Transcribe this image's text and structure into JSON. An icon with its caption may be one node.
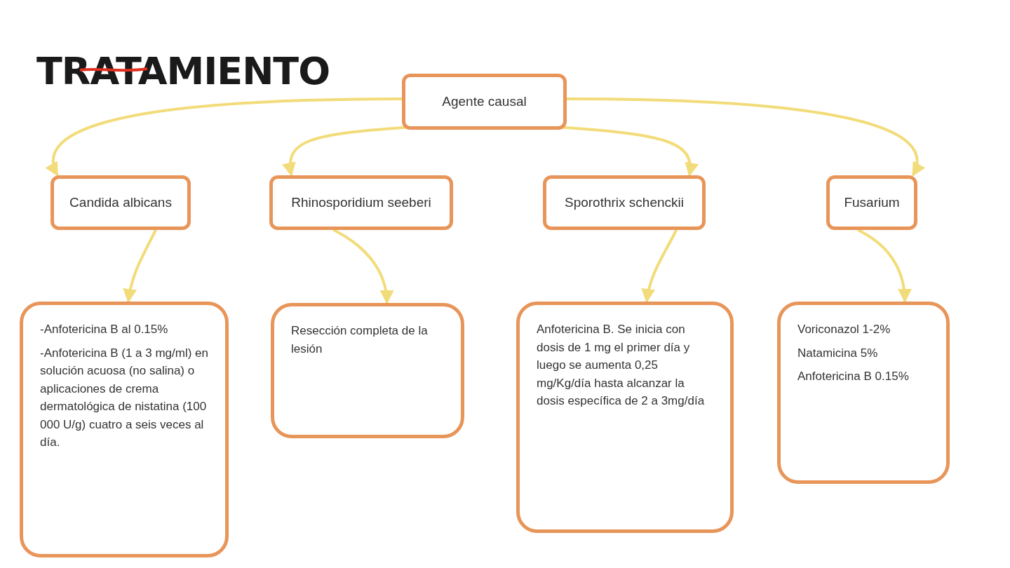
{
  "diagram": {
    "title": "TRATAMIENTO",
    "nodes": [
      {
        "text": [
          "Agente causal"
        ]
      },
      {
        "text": [
          "Candida albicans"
        ]
      },
      {
        "text": [
          "Rhinosporidium seeberi"
        ]
      },
      {
        "text": [
          "Sporothrix schenckii"
        ]
      },
      {
        "text": [
          "Fusarium"
        ]
      },
      {
        "text": [
          "-Anfotericina B al 0.15%",
          "-Anfotericina B (1 a 3 mg/ml) en solución acuosa (no salina) o aplicaciones de crema dermatológica de nistatina (100 000 U/g) cuatro a seis veces al día."
        ]
      },
      {
        "text": [
          "Resección completa de la lesión"
        ]
      },
      {
        "text": [
          "Anfotericina B. Se inicia con dosis de 1 mg el primer día y luego se aumenta 0,25 mg/Kg/día hasta alcanzar la dosis específica de 2 a 3mg/día"
        ]
      },
      {
        "text": [
          "Voriconazol 1-2%",
          "Natamicina 5%",
          "Anfotericina B 0.15%"
        ]
      }
    ],
    "edges": [
      {
        "from": 0,
        "to": 1,
        "arrow": "to"
      },
      {
        "from": 0,
        "to": 2,
        "arrow": "to"
      },
      {
        "from": 0,
        "to": 3,
        "arrow": "to"
      },
      {
        "from": 0,
        "to": 4,
        "arrow": "to"
      },
      {
        "from": 1,
        "to": 5,
        "arrow": "to"
      },
      {
        "from": 2,
        "to": 6,
        "arrow": "to"
      },
      {
        "from": 3,
        "to": 7,
        "arrow": "to"
      },
      {
        "from": 4,
        "to": 8,
        "arrow": "to"
      }
    ]
  }
}
